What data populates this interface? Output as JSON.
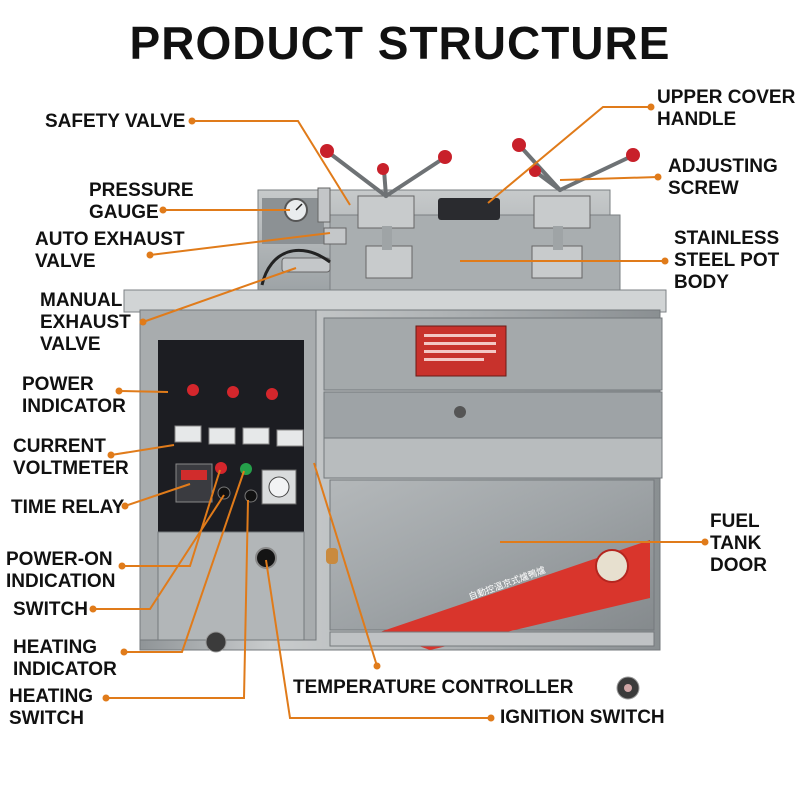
{
  "title": "PRODUCT STRUCTURE",
  "colors": {
    "leader": "#E07B1A",
    "steel": "#B9BCBE",
    "steel_dark": "#7E8387",
    "panel": "#1C1D22",
    "badge_red": "#D9352C",
    "knob_red": "#C8202A"
  },
  "labels": {
    "safety_valve": "SAFETY VALVE",
    "pressure_gauge": "PRESSURE\nGAUGE",
    "auto_exhaust_valve": "AUTO EXHAUST\nVALVE",
    "manual_exhaust_valve": "MANUAL\nEXHAUST\nVALVE",
    "power_indicator": "POWER\nINDICATOR",
    "current_voltmeter": "CURRENT\nVOLTMETER",
    "time_relay": "TIME RELAY",
    "power_on_indication": "POWER-ON\nINDICATION",
    "switch": "SWITCH",
    "heating_indicator": "HEATING\nINDICATOR",
    "heating_switch": "HEATING\nSWITCH",
    "upper_cover_handle": "UPPER COVER\nHANDLE",
    "adjusting_screw": "ADJUSTING\nSCREW",
    "stainless_steel_pot_body": "STAINLESS\nSTEEL POT\nBODY",
    "fuel_tank_door": "FUEL\nTANK\nDOOR",
    "temperature_controller": "TEMPERATURE CONTROLLER",
    "ignition_switch": "IGNITION SWITCH"
  },
  "machine": {
    "decal_text": "自動控温京式爐鴨爐"
  }
}
